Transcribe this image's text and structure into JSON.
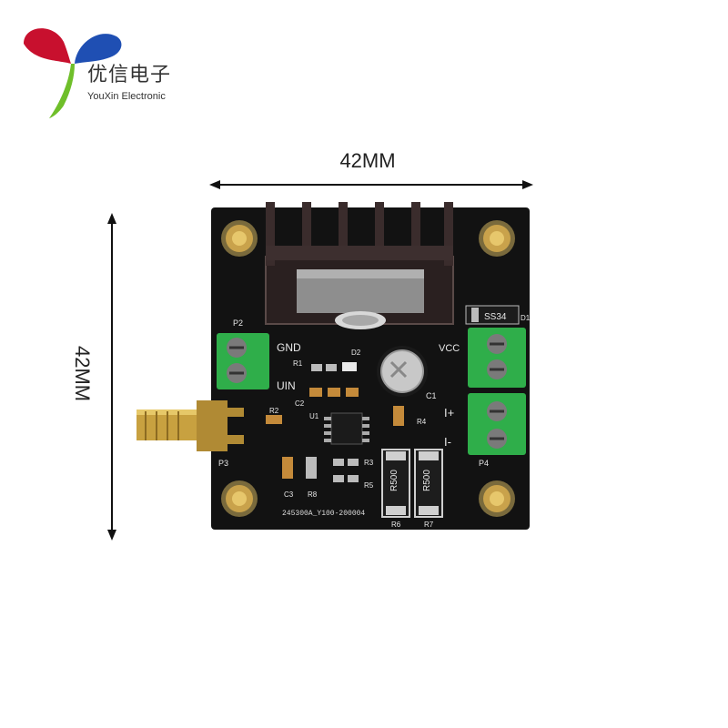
{
  "brand": {
    "name_cn": "优信电子",
    "name_en": "YouXin Electronic",
    "colors": {
      "red": "#c8102e",
      "blue": "#1f4fb3",
      "green": "#6fbf2a"
    }
  },
  "dimensions": {
    "width_label": "42MM",
    "height_label": "42MM"
  },
  "board": {
    "color": "#121212",
    "terminal_color": "#2fae4a",
    "silkscreen": {
      "p2": "P2",
      "p3": "P3",
      "p4": "P4",
      "gnd": "GND",
      "vcc": "VCC",
      "uin": "UIN",
      "i_plus": "I+",
      "i_minus": "I-",
      "r1": "R1",
      "r2": "R2",
      "r3": "R3",
      "r4": "R4",
      "r5": "R5",
      "r6": "R6",
      "r7": "R7",
      "r8": "R8",
      "c1": "C1",
      "c2": "C2",
      "c3": "C3",
      "d1": "D1",
      "d2": "D2",
      "u1": "U1",
      "diode_marking": "SS34",
      "resistor_r6_marking": "R500",
      "resistor_r7_marking": "R500",
      "pcb_code": "245300A_Y100-200004"
    }
  }
}
